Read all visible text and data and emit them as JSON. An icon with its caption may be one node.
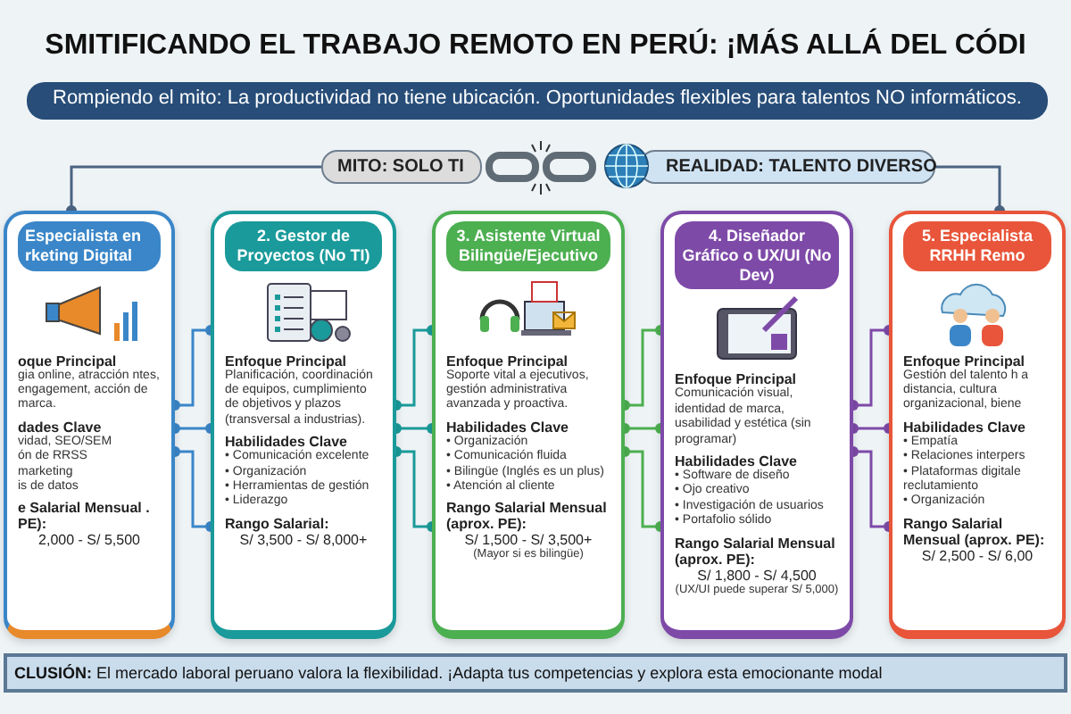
{
  "diagram": {
    "title": "SMITIFICANDO EL TRABAJO REMOTO EN PERÚ: ¡MÁS ALLÁ DEL CÓDI",
    "nodes": [
      {
        "text": [
          "Rompiendo el mito: La productividad no tiene ubicación. Oportunidades flexibles para talentos NO informáticos."
        ]
      },
      {
        "text": [
          "MITO: SOLO TI"
        ]
      },
      {
        "text": [
          "REALIDAD: TALENTO DIVERSO"
        ]
      },
      {
        "text": [
          "Especialista en rketing Digital",
          "oque Principal",
          "gia online, atracción ntes, engagement, acción de marca.",
          "dades Clave",
          "vidad, SEO/SEM",
          "ón de RRSS",
          "marketing",
          "is de datos",
          "e Salarial Mensual . PE):",
          "2,000 - S/ 5,500"
        ]
      },
      {
        "text": [
          "2. Gestor de Proyectos (No TI)",
          "Enfoque Principal",
          "Planificación, coordinación de equipos, cumplimiento de objetivos y plazos (transversal a industrias).",
          "Habilidades Clave",
          "• Comunicación excelente",
          "• Organización",
          "• Herramientas de gestión",
          "• Liderazgo",
          "Rango Salarial:",
          "S/ 3,500 - S/ 8,000+"
        ]
      },
      {
        "text": [
          "3. Asistente Virtual Bilingüe/Ejecutivo",
          "Enfoque Principal",
          "Soporte vital a ejecutivos, gestión administrativa avanzada y proactiva.",
          "Habilidades Clave",
          "• Organización",
          "• Comunicación fluida",
          "• Bilingüe (Inglés es un plus)",
          "• Atención al cliente",
          "Rango Salarial Mensual (aprox. PE):",
          "S/ 1,500 - S/ 3,500+",
          "(Mayor si es bilingüe)"
        ]
      },
      {
        "text": [
          "4. Diseñador Gráfico o UX/UI (No Dev)",
          "Enfoque Principal",
          "Comunicación visual, identidad de marca, usabilidad y estética (sin programar)",
          "Habilidades Clave",
          "• Software de diseño",
          "• Ojo creativo",
          "• Investigación de usuarios",
          "• Portafolio sólido",
          "Rango Salarial Mensual (aprox. PE):",
          "S/ 1,800 - S/ 4,500",
          "(UX/UI puede superar S/ 5,000)"
        ]
      },
      {
        "text": [
          "5. Especialista RRHH Remo",
          "Enfoque Principal",
          "Gestión del talento h a distancia, cultura organizacional, biene",
          "Habilidades Clave",
          "• Empatía",
          "• Relaciones interpers",
          "• Plataformas digitale reclutamiento",
          "• Organización",
          "Rango Salarial Mensual (aprox. PE):",
          "S/ 2,500 - S/ 6,00"
        ]
      },
      {
        "text": [
          "**CLUSIÓN:** El mercado laboral peruano valora la flexibilidad. ¡Adapta tus competencias y explora esta emocionante modal"
        ]
      }
    ],
    "edges": [
      {
        "from": 1,
        "to": 3,
        "arrow": "other",
        "color": "#4a6380"
      },
      {
        "from": 3,
        "to": 4,
        "arrow": "other",
        "color": "#3a86c8"
      },
      {
        "from": 3,
        "to": 4,
        "arrow": "other",
        "color": "#3a86c8"
      },
      {
        "from": 3,
        "to": 4,
        "arrow": "other",
        "color": "#3a86c8"
      },
      {
        "from": 4,
        "to": 5,
        "arrow": "other",
        "color": "#1a9a9a"
      },
      {
        "from": 4,
        "to": 5,
        "arrow": "other",
        "color": "#1a9a9a"
      },
      {
        "from": 4,
        "to": 5,
        "arrow": "other",
        "color": "#1a9a9a"
      },
      {
        "from": 5,
        "to": 6,
        "arrow": "other",
        "color": "#4caf50"
      },
      {
        "from": 5,
        "to": 6,
        "arrow": "other",
        "color": "#4caf50"
      },
      {
        "from": 5,
        "to": 6,
        "arrow": "other",
        "color": "#4caf50"
      },
      {
        "from": 6,
        "to": 7,
        "arrow": "other",
        "color": "#7e4aa8"
      },
      {
        "from": 6,
        "to": 7,
        "arrow": "other",
        "color": "#7e4aa8"
      },
      {
        "from": 6,
        "to": 7,
        "arrow": "other",
        "color": "#7e4aa8"
      },
      {
        "from": 2,
        "to": 7,
        "arrow": "other",
        "color": "#4a6380"
      }
    ]
  }
}
